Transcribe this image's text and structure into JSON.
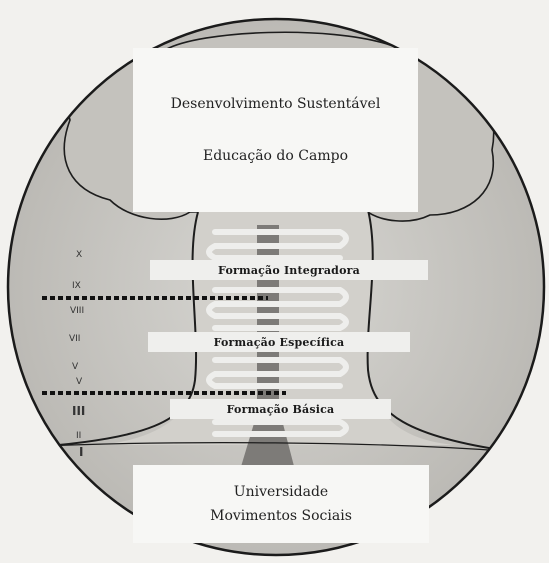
{
  "top_box": {
    "line1": "Desenvolvimento Sustentável",
    "line2": "Educação do Campo"
  },
  "bottom_box": {
    "line1": "Universidade",
    "line2": "Movimentos Sociais"
  },
  "stages": [
    {
      "label": "Formação  Integradora"
    },
    {
      "label": "Formação Específica"
    },
    {
      "label": "Formação Básica"
    }
  ],
  "semesters": [
    "X",
    "IX",
    "VIII",
    "VII",
    "V",
    "V",
    "III",
    "II",
    "I"
  ],
  "colors": {
    "background": "#f2f1ee",
    "tree": "#c9c7c2",
    "outline": "#1d1d1d",
    "trunk_core": "#7d7b78"
  }
}
